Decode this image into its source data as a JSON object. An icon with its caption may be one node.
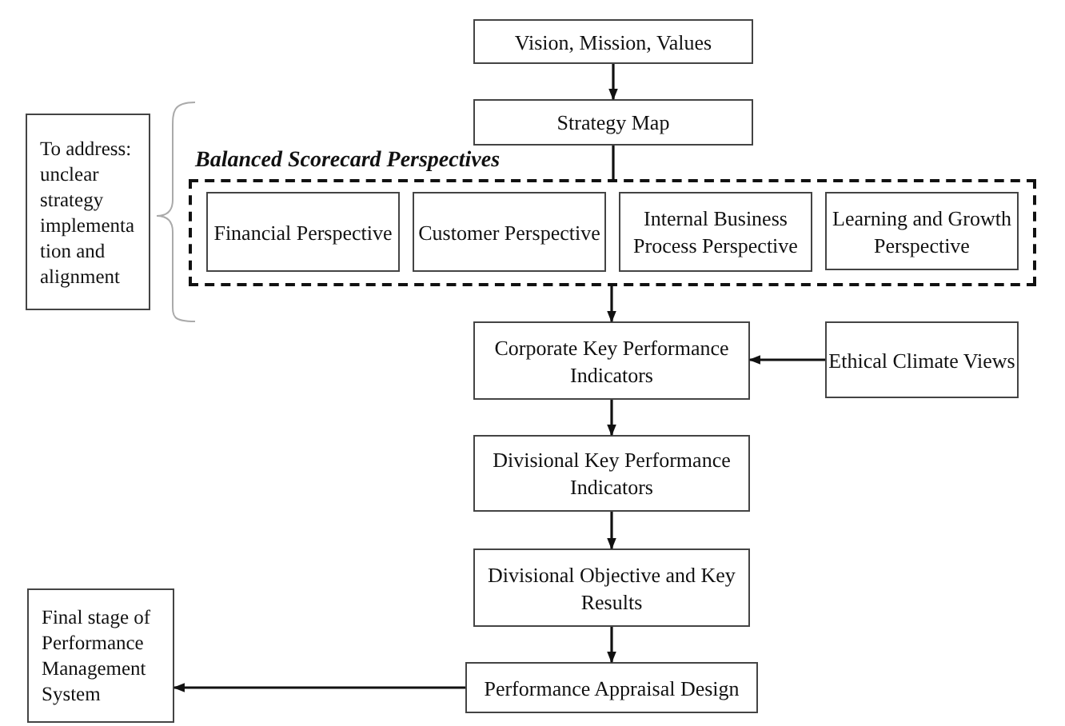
{
  "diagram": {
    "nodes": [
      {
        "text": [
          "Vision, Mission, Values"
        ]
      },
      {
        "text": [
          "Strategy Map"
        ]
      },
      {
        "text": [
          "Balanced Scorecard Perspectives"
        ]
      },
      {
        "text": [
          "Financial Perspective"
        ],
        "in": 2
      },
      {
        "text": [
          "Customer Perspective"
        ],
        "in": 2
      },
      {
        "text": [
          "Internal Business Process Perspective"
        ],
        "in": 2
      },
      {
        "text": [
          "Learning and Growth Perspective"
        ],
        "in": 2
      },
      {
        "text": [
          "Corporate Key Performance Indicators"
        ]
      },
      {
        "text": [
          "Ethical Climate Views"
        ]
      },
      {
        "text": [
          "Divisional Key Performance Indicators"
        ]
      },
      {
        "text": [
          "Divisional Objective and Key Results"
        ]
      },
      {
        "text": [
          "Performance Appraisal Design"
        ]
      },
      {
        "text": [
          "To address: unclear strategy implementa tion and alignment"
        ]
      },
      {
        "text": [
          "Final stage of Performance Management System"
        ]
      }
    ],
    "edges": [
      {
        "from": 0,
        "to": 1,
        "arrow": "to"
      },
      {
        "from": 1,
        "to": 2,
        "arrow": "none"
      },
      {
        "from": 2,
        "to": 7,
        "arrow": "to"
      },
      {
        "from": 8,
        "to": 7,
        "arrow": "to"
      },
      {
        "from": 7,
        "to": 9,
        "arrow": "to"
      },
      {
        "from": 9,
        "to": 10,
        "arrow": "to"
      },
      {
        "from": 10,
        "to": 11,
        "arrow": "to"
      },
      {
        "from": 11,
        "to": 13,
        "arrow": "to"
      }
    ]
  }
}
